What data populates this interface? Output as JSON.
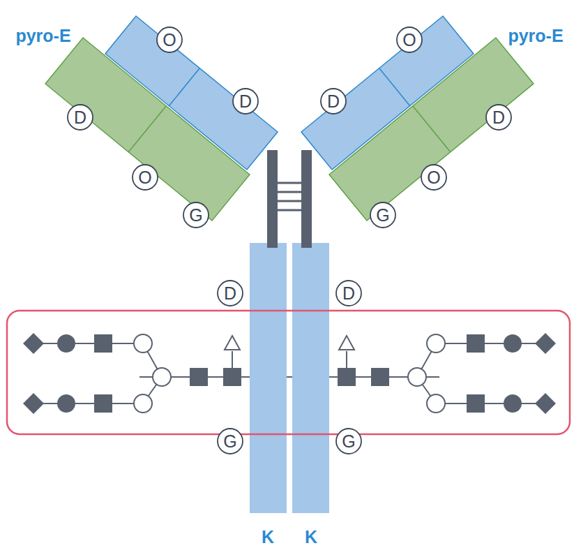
{
  "diagram": {
    "nodes": [
      {
        "text": [
          "O"
        ]
      },
      {
        "text": [
          "O"
        ]
      },
      {
        "text": [
          "D"
        ]
      },
      {
        "text": [
          "D"
        ]
      },
      {
        "text": [
          "D"
        ]
      },
      {
        "text": [
          "D"
        ]
      },
      {
        "text": [
          "O"
        ]
      },
      {
        "text": [
          "O"
        ]
      },
      {
        "text": [
          "G"
        ]
      },
      {
        "text": [
          "G"
        ]
      },
      {
        "text": [
          "D"
        ]
      },
      {
        "text": [
          "D"
        ]
      },
      {
        "text": [
          "G"
        ]
      },
      {
        "text": [
          "G"
        ]
      }
    ],
    "labels": [
      "pyro-E",
      "pyro-E",
      "K",
      "K"
    ]
  }
}
